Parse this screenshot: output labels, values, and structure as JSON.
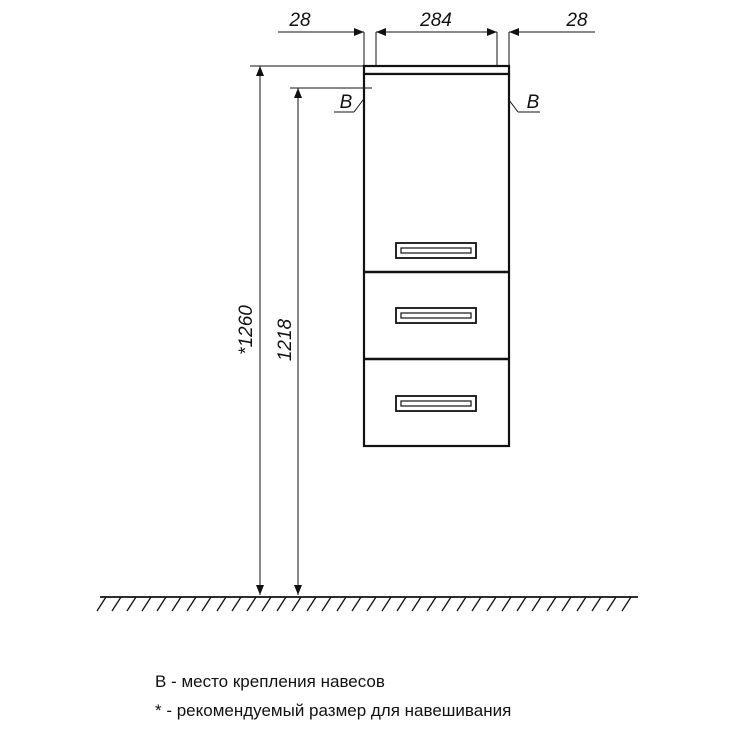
{
  "dimensions": {
    "left_offset": "28",
    "width": "284",
    "right_offset": "28",
    "total_height": "*1260",
    "mount_height": "1218"
  },
  "mount_point_labels": {
    "left": "B",
    "right": "B"
  },
  "legend": [
    "В - место крепления навесов",
    "* - рекомендуемый размер для навешивания"
  ]
}
